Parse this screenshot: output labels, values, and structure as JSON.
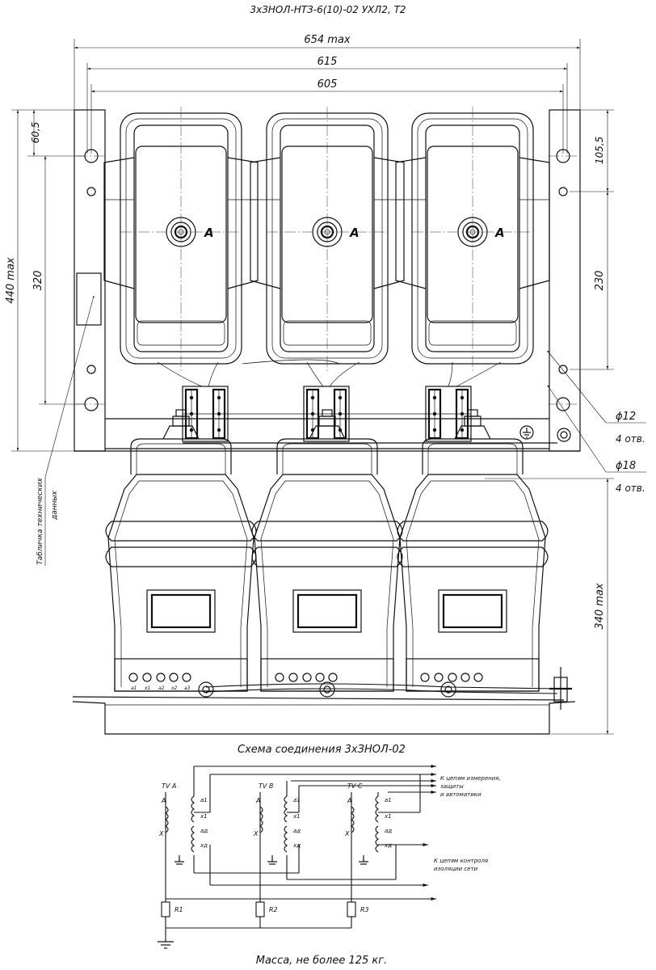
{
  "title": "3хЗНОЛ-НТЗ-6(10)-02 УХЛ2, Т2",
  "dims": {
    "w654": "654 max",
    "w615": "615",
    "w605": "605",
    "h440": "440 max",
    "h320": "320",
    "h60": "60,5",
    "h105": "105,5",
    "h230": "230",
    "h340": "340 max",
    "hole12": "ϕ12",
    "hole18": "ϕ18",
    "count12": "4 отв.",
    "count18": "4 отв."
  },
  "nameplate": {
    "line1": "Табличка технических",
    "line2": "данных"
  },
  "marker": "A",
  "terminals": [
    "a1",
    "x1",
    "a2",
    "x2",
    "a3"
  ],
  "schema": {
    "caption": "Схема соединения 3хЗНОЛ-02",
    "tv_a": "TV A",
    "tv_b": "TV B",
    "tv_c": "TV C",
    "pin_a": "A",
    "pin_x": "X",
    "sec_a1": "a1",
    "sec_x1": "x1",
    "sec_a2": "aд",
    "sec_x2": "xд",
    "out1": "К цепям измерения,",
    "out2": "защиты",
    "out3": "и автоматики",
    "out4": "К цепям контроля",
    "out5": "изоляции сети",
    "r1": "R1",
    "r2": "R2",
    "r3": "R3"
  },
  "mass": "Масса, не более 125 кг."
}
